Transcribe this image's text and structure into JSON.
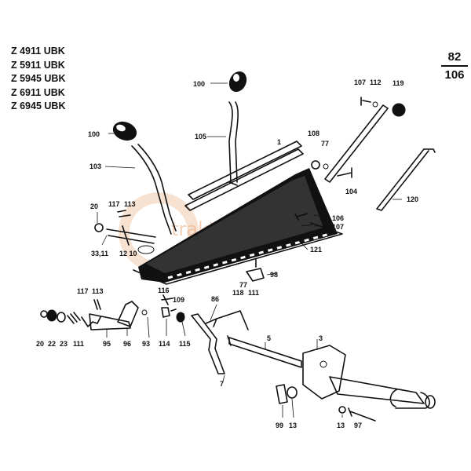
{
  "models": [
    "Z 4911 UBK",
    "Z 5911 UBK",
    "Z 5945 UBK",
    "Z 6911 UBK",
    "Z 6945 UBK"
  ],
  "page": {
    "number": "82",
    "total": "106"
  },
  "watermark": "traktorParts.sk",
  "callouts": {
    "c100a": "100",
    "c100b": "100",
    "c105": "105",
    "c103": "103",
    "c1": "1",
    "c107a": "107",
    "c112": "112",
    "c119": "119",
    "c108": "108",
    "c77a": "77",
    "c104": "104",
    "c120": "120",
    "c106": "106",
    "c107b": "107",
    "c121": "121",
    "c20a": "20",
    "c117a": "117",
    "c113a": "113",
    "c3311": "33,11",
    "c1210": "12 10",
    "c77b": "77",
    "c118": "118",
    "c111a": "111",
    "c98": "98",
    "c117b": "117",
    "c113b": "113",
    "c116": "116",
    "c109": "109",
    "c86": "86",
    "c5": "5",
    "c3": "3",
    "c7": "7",
    "c20b": "20",
    "c22": "22",
    "c23": "23",
    "c111b": "111",
    "c95": "95",
    "c96": "96",
    "c93": "93",
    "c114": "114",
    "c115": "115",
    "c99": "99",
    "c13a": "13",
    "c13b": "13",
    "c97": "97"
  }
}
